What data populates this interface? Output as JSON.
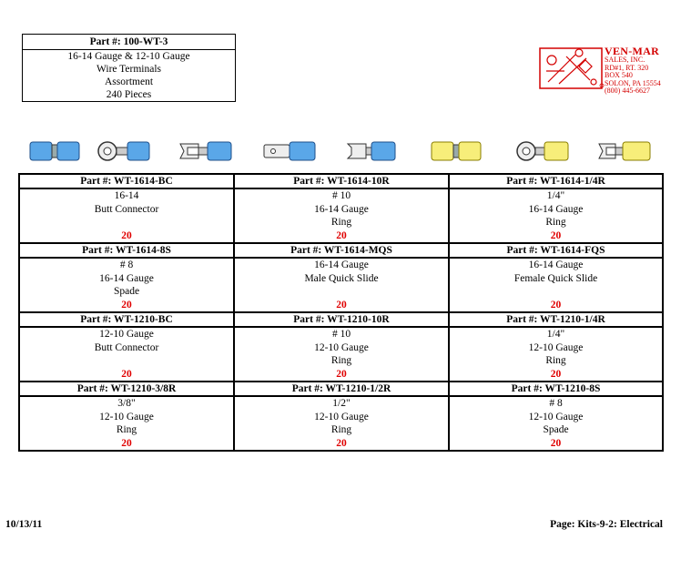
{
  "header": {
    "title": "Part #: 100-WT-3",
    "lines": [
      "16-14 Gauge & 12-10 Gauge",
      "Wire Terminals",
      "Assortment",
      "240 Pieces"
    ]
  },
  "logo": {
    "brand": "VEN-MAR",
    "lines": [
      "SALES, INC.",
      "RD#1, RT. 320",
      "BOX 540",
      "SOLON, PA  15554",
      "(800) 445-6627"
    ]
  },
  "terminal_icons": [
    {
      "name": "blue-butt-connector",
      "color": "#5aa7e8"
    },
    {
      "name": "blue-ring-terminal",
      "color": "#5aa7e8"
    },
    {
      "name": "blue-spade-terminal",
      "color": "#5aa7e8"
    },
    {
      "name": "blue-male-quick-slide",
      "color": "#5aa7e8"
    },
    {
      "name": "blue-female-quick-slide",
      "color": "#5aa7e8"
    },
    {
      "name": "yellow-butt-connector",
      "color": "#f7ee7a"
    },
    {
      "name": "yellow-ring-terminal",
      "color": "#f7ee7a"
    },
    {
      "name": "yellow-spade-terminal",
      "color": "#f7ee7a"
    }
  ],
  "rows": [
    [
      {
        "pn": "Part #: WT-1614-BC",
        "lines": [
          "16-14",
          "Butt Connector"
        ],
        "qty": "20"
      },
      {
        "pn": "Part #: WT-1614-10R",
        "lines": [
          "# 10",
          "16-14 Gauge",
          "Ring"
        ],
        "qty": "20"
      },
      {
        "pn": "Part #: WT-1614-1/4R",
        "lines": [
          "1/4\"",
          "16-14 Gauge",
          "Ring"
        ],
        "qty": "20"
      }
    ],
    [
      {
        "pn": "Part #: WT-1614-8S",
        "lines": [
          "# 8",
          "16-14 Gauge",
          "Spade"
        ],
        "qty": "20"
      },
      {
        "pn": "Part #: WT-1614-MQS",
        "lines": [
          "16-14 Gauge",
          "Male Quick Slide"
        ],
        "qty": "20"
      },
      {
        "pn": "Part #: WT-1614-FQS",
        "lines": [
          "16-14 Gauge",
          "Female Quick Slide"
        ],
        "qty": "20"
      }
    ],
    [
      {
        "pn": "Part #: WT-1210-BC",
        "lines": [
          "12-10 Gauge",
          "Butt Connector"
        ],
        "qty": "20"
      },
      {
        "pn": "Part #: WT-1210-10R",
        "lines": [
          "# 10",
          "12-10 Gauge",
          "Ring"
        ],
        "qty": "20"
      },
      {
        "pn": "Part #: WT-1210-1/4R",
        "lines": [
          "1/4\"",
          "12-10 Gauge",
          "Ring"
        ],
        "qty": "20"
      }
    ],
    [
      {
        "pn": "Part #: WT-1210-3/8R",
        "lines": [
          "3/8\"",
          "12-10 Gauge",
          "Ring"
        ],
        "qty": "20"
      },
      {
        "pn": "Part #: WT-1210-1/2R",
        "lines": [
          "1/2\"",
          "12-10 Gauge",
          "Ring"
        ],
        "qty": "20"
      },
      {
        "pn": "Part #: WT-1210-8S",
        "lines": [
          "# 8",
          "12-10 Gauge",
          "Spade"
        ],
        "qty": "20"
      }
    ]
  ],
  "footer": {
    "date": "10/13/11",
    "page": "Page: Kits-9-2: Electrical"
  }
}
